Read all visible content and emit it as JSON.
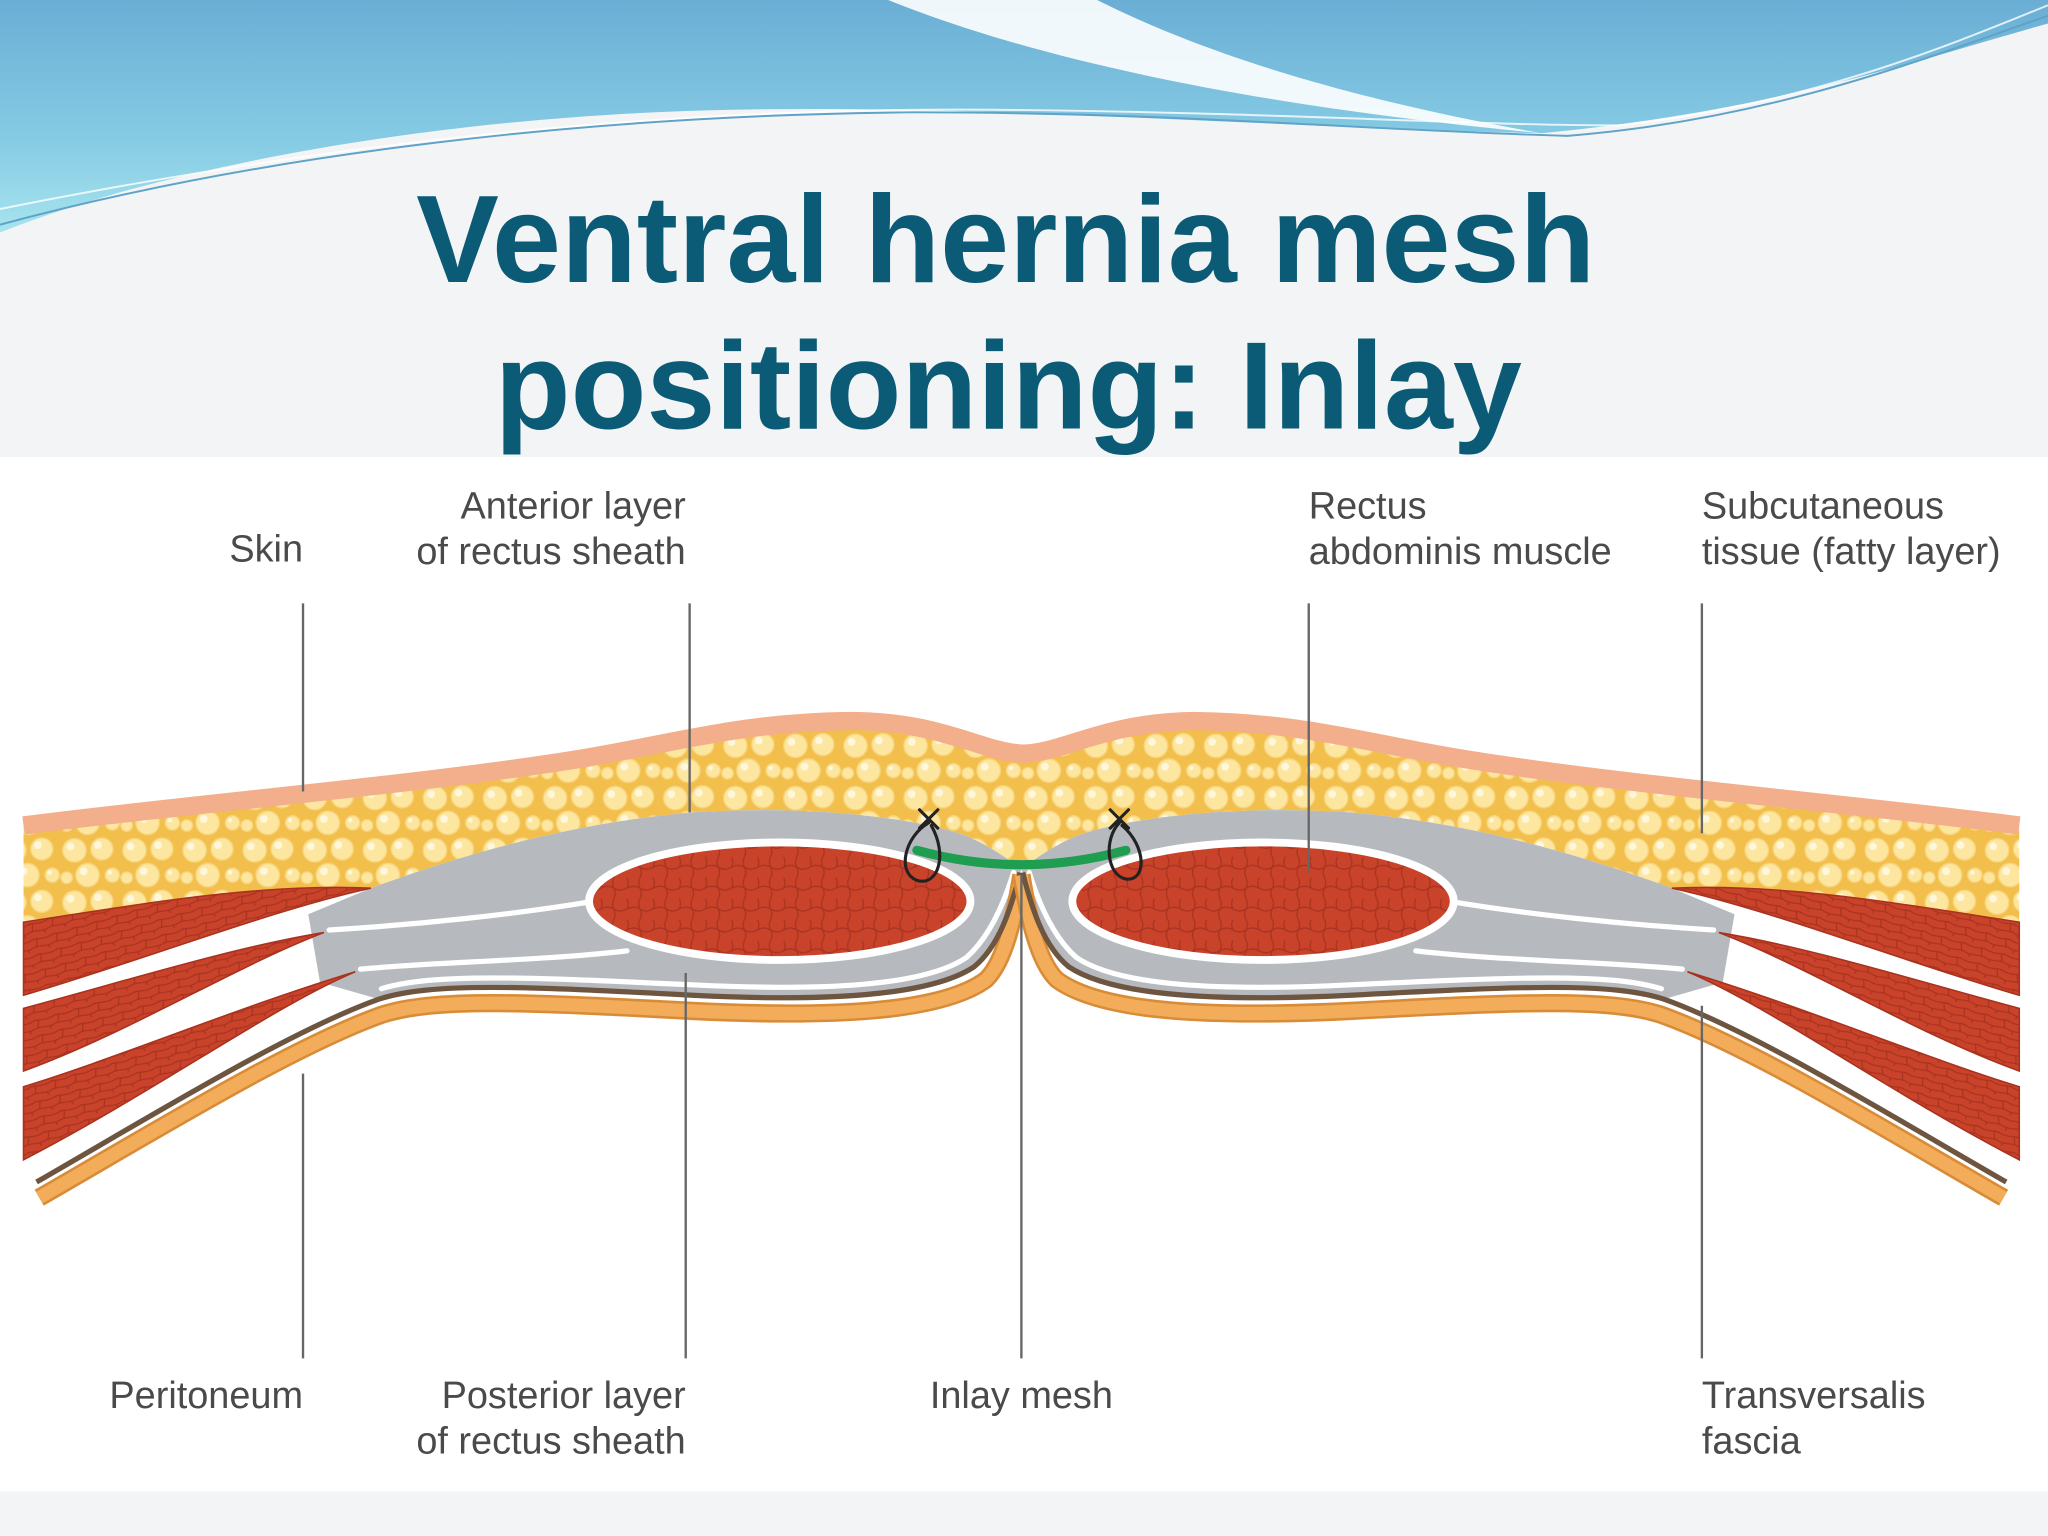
{
  "slide": {
    "title_line1": "Ventral hernia mesh",
    "title_line2": "positioning: Inlay"
  },
  "diagram": {
    "labels": {
      "skin": "Skin",
      "anterior_sheath": {
        "line1": "Anterior layer",
        "line2": "of rectus sheath"
      },
      "rectus": {
        "line1": "Rectus",
        "line2": "abdominis muscle"
      },
      "subcutaneous": {
        "line1": "Subcutaneous",
        "line2": "tissue (fatty layer)"
      },
      "peritoneum": "Peritoneum",
      "posterior_sheath": {
        "line1": "Posterior layer",
        "line2": "of rectus sheath"
      },
      "inlay_mesh": "Inlay mesh",
      "transversalis": {
        "line1": "Transversalis",
        "line2": "fascia"
      }
    }
  },
  "colors": {
    "title": "#0b5a76",
    "label_text": "#4a4a4a",
    "leader_line": "#666666",
    "wave": "#6aaed5",
    "skin": "#f3ae8c",
    "fat": "#f2bf4d",
    "fat_cell": "#fde6a0",
    "muscle": "#c9422a",
    "sheath": "#b6babe",
    "transversalis_fascia": "#6e5540",
    "peritoneum": "#f3ad5a",
    "mesh": "#1f9d50",
    "suture": "#222222"
  }
}
